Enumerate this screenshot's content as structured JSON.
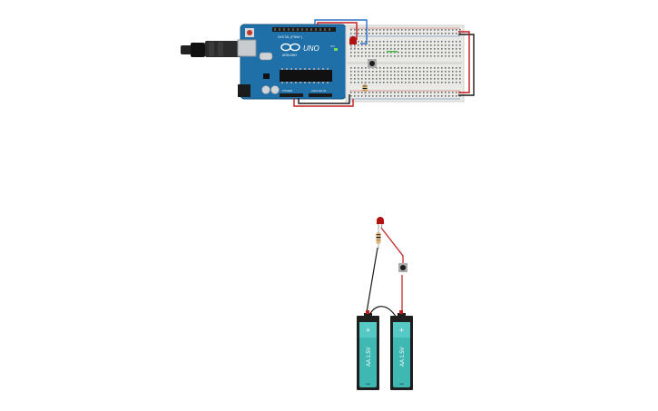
{
  "board": {
    "logo": "UNO",
    "brand": "ARDUINO",
    "digital_label": "DIGITAL (PWM~)",
    "analog_label": "ANALOG IN",
    "power_label": "POWER",
    "on_label": "ON"
  },
  "batteries": [
    {
      "label": "AA 1.5V",
      "plus": "+",
      "minus": "−"
    },
    {
      "label": "AA 1.5V",
      "plus": "+",
      "minus": "−"
    }
  ],
  "colors": {
    "arduino": "#1f6fa8",
    "breadboard": "#e9e9e6",
    "wire_red": "#c21b1b",
    "wire_black": "#1a1a1a",
    "wire_blue": "#2a73c9",
    "battery_teal": "#3fb8b4",
    "led_red": "#b31010"
  }
}
